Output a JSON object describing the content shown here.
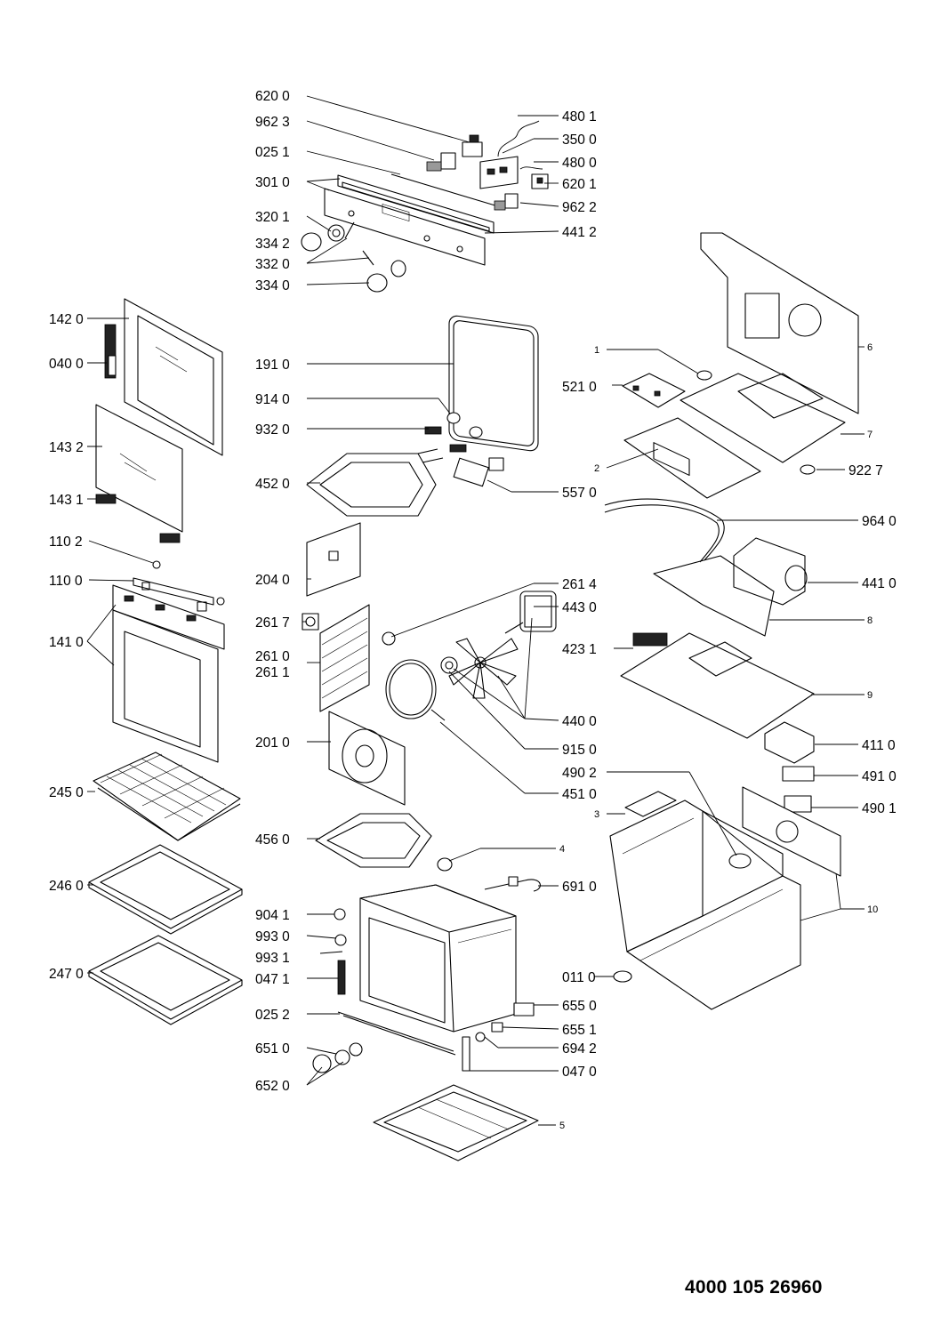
{
  "document_number": "4000 105 26960",
  "labels": {
    "l_620_0": "620 0",
    "l_962_3": "962 3",
    "l_025_1": "025 1",
    "l_301_0": "301 0",
    "l_320_1": "320 1",
    "l_334_2": "334 2",
    "l_332_0": "332 0",
    "l_334_0": "334 0",
    "l_480_1": "480 1",
    "l_350_0": "350 0",
    "l_480_0": "480 0",
    "l_620_1": "620 1",
    "l_962_2": "962 2",
    "l_441_2": "441 2",
    "l_142_0": "142 0",
    "l_040_0": "040 0",
    "l_143_2": "143 2",
    "l_143_1": "143 1",
    "l_110_2": "110 2",
    "l_110_0": "110 0",
    "l_141_0": "141 0",
    "l_245_0": "245 0",
    "l_246_0": "246 0",
    "l_247_0": "247 0",
    "l_191_0": "191 0",
    "l_914_0": "914 0",
    "l_932_0": "932 0",
    "l_452_0": "452 0",
    "l_557_0": "557 0",
    "l_204_0": "204 0",
    "l_261_7": "261 7",
    "l_261_0": "261 0",
    "l_261_1": "261 1",
    "l_261_4": "261 4",
    "l_443_0": "443 0",
    "l_440_0": "440 0",
    "l_915_0": "915 0",
    "l_201_0": "201 0",
    "l_451_0": "451 0",
    "l_456_0": "456 0",
    "l_4": "4",
    "l_691_0": "691 0",
    "l_904_1": "904 1",
    "l_993_0": "993 0",
    "l_993_1": "993 1",
    "l_047_1": "047 1",
    "l_025_2": "025 2",
    "l_651_0": "651 0",
    "l_652_0": "652 0",
    "l_011_0": "011 0",
    "l_655_0": "655 0",
    "l_655_1": "655 1",
    "l_694_2": "694 2",
    "l_047_0": "047 0",
    "l_5": "5",
    "l_1": "1",
    "l_521_0": "521 0",
    "l_6": "6",
    "l_7": "7",
    "l_2": "2",
    "l_922_7": "922 7",
    "l_964_0": "964 0",
    "l_441_0": "441 0",
    "l_8": "8",
    "l_423_1": "423 1",
    "l_9": "9",
    "l_411_0": "411 0",
    "l_490_2": "490 2",
    "l_491_0": "491 0",
    "l_3": "3",
    "l_490_1": "490 1",
    "l_10": "10"
  }
}
